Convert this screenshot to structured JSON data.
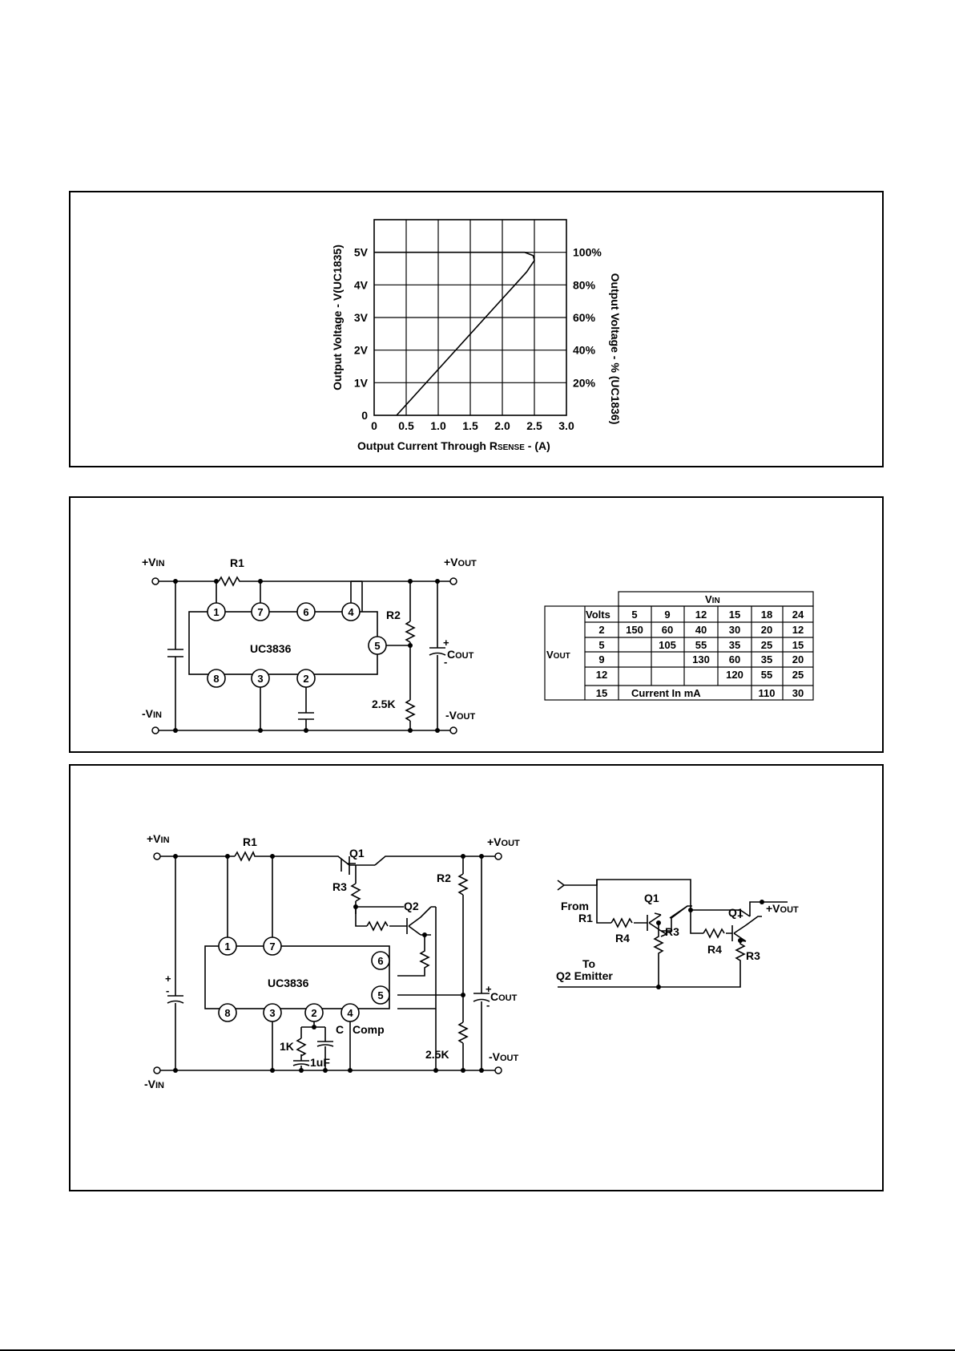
{
  "chart_data": {
    "type": "line",
    "xlabel_main": "Output Current Through R",
    "xlabel_sub": "SENSE",
    "xlabel_tail": " - (A)",
    "ylabel_left": "Output Voltage - V(UC1835)",
    "ylabel_right": "Output Voltage - % (UC1836)",
    "xlim": [
      0,
      3.0
    ],
    "ylim": [
      0,
      6
    ],
    "x_ticks": [
      "0",
      "0.5",
      "1.0",
      "1.5",
      "2.0",
      "2.5",
      "3.0"
    ],
    "y_ticks_left": [
      "0",
      "1V",
      "2V",
      "3V",
      "4V",
      "5V"
    ],
    "y_ticks_right": [
      "20%",
      "40%",
      "60%",
      "80%",
      "100%"
    ],
    "grid": true,
    "series": [
      {
        "points": [
          [
            0,
            5
          ],
          [
            2.35,
            5
          ],
          [
            2.48,
            4.9
          ],
          [
            2.5,
            4.75
          ],
          [
            2.38,
            4.4
          ],
          [
            0.35,
            0
          ]
        ]
      }
    ]
  },
  "circuit1": {
    "vin_pos": "+V",
    "vin_sub": "IN",
    "vin_neg": "-V",
    "vin_neg_sub": "IN",
    "vout_pos": "+V",
    "vout_sub": "OUT",
    "vout_neg": "-V",
    "vout_neg_sub": "OUT",
    "r1": "R1",
    "r2": "R2",
    "r25k": "2.5K",
    "cout": "C",
    "cout_sub": "OUT",
    "ic": "UC3836",
    "pins": [
      "1",
      "7",
      "6",
      "4",
      "5",
      "8",
      "3",
      "2"
    ]
  },
  "table": {
    "vin_header": "V",
    "vin_sub": "IN",
    "vout_label": "V",
    "vout_sub": "OUT",
    "volts": "Volts",
    "cols": [
      "5",
      "9",
      "12",
      "15",
      "18",
      "24"
    ],
    "rows": [
      {
        "v": "2",
        "cells": [
          "150",
          "60",
          "40",
          "30",
          "20",
          "12"
        ]
      },
      {
        "v": "5",
        "cells": [
          "",
          "105",
          "55",
          "35",
          "25",
          "15"
        ]
      },
      {
        "v": "9",
        "cells": [
          "",
          "",
          "130",
          "60",
          "35",
          "20"
        ]
      },
      {
        "v": "12",
        "cells": [
          "",
          "",
          "",
          "120",
          "55",
          "25"
        ]
      },
      {
        "v": "15",
        "cells": [
          "",
          "",
          "",
          "",
          "110",
          "30"
        ]
      }
    ],
    "note": "Current In mA"
  },
  "circuit2": {
    "vin_pos": "+V",
    "vin_sub": "IN",
    "vin_neg": "-V",
    "vin_neg_sub": "IN",
    "vout_pos": "+V",
    "vout_sub": "OUT",
    "vout_neg": "-V",
    "vout_neg_sub": "OUT",
    "r1": "R1",
    "r2": "R2",
    "r3": "R3",
    "q1": "Q1",
    "q2": "Q2",
    "r25k": "2.5K",
    "r1k": "1K",
    "c": "C",
    "c1uf": "1uF",
    "comp": "Comp",
    "cout": "C",
    "cout_sub": "OUT",
    "ic": "UC3836",
    "pins": [
      "1",
      "7",
      "6",
      "5",
      "8",
      "3",
      "2",
      "4"
    ]
  },
  "circuit3": {
    "from": "From",
    "from_r1": "R1",
    "to": "To",
    "to_q2": "Q2 Emitter",
    "q1": "Q1",
    "r4": "R4",
    "r3": "R3",
    "vout": "+V",
    "vout_sub": "OUT"
  }
}
